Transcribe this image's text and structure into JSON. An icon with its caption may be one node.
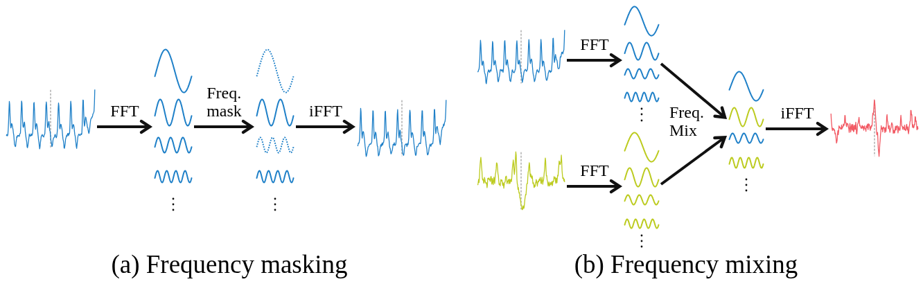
{
  "diagram": {
    "nodes": [
      {
        "text": [],
        "shape": "picture"
      },
      {
        "text": [],
        "shape": "picture"
      },
      {
        "text": [],
        "shape": "picture"
      },
      {
        "text": [],
        "shape": "picture"
      },
      {
        "text": [],
        "shape": "picture"
      },
      {
        "text": [],
        "shape": "picture"
      },
      {
        "text": [],
        "shape": "picture"
      },
      {
        "text": [],
        "shape": "picture"
      },
      {
        "text": [],
        "shape": "picture"
      },
      {
        "text": [],
        "shape": "picture"
      }
    ],
    "edges": [
      {
        "from": 0,
        "to": 1,
        "arrow": "to",
        "label": "FFT"
      },
      {
        "from": 1,
        "to": 2,
        "arrow": "to",
        "label": "Freq. mask"
      },
      {
        "from": 2,
        "to": 3,
        "arrow": "to",
        "label": "iFFT"
      },
      {
        "from": 4,
        "to": 6,
        "arrow": "to",
        "label": "FFT"
      },
      {
        "from": 5,
        "to": 7,
        "arrow": "to",
        "label": "FFT"
      },
      {
        "from": 6,
        "to": 8,
        "arrow": "to"
      },
      {
        "from": 7,
        "to": 8,
        "arrow": "to"
      },
      {
        "from": 8,
        "to": 9,
        "arrow": "to",
        "label": "iFFT"
      }
    ],
    "labels": [
      "Freq. Mix",
      "(a) Frequency masking",
      "(b) Frequency mixing"
    ]
  }
}
